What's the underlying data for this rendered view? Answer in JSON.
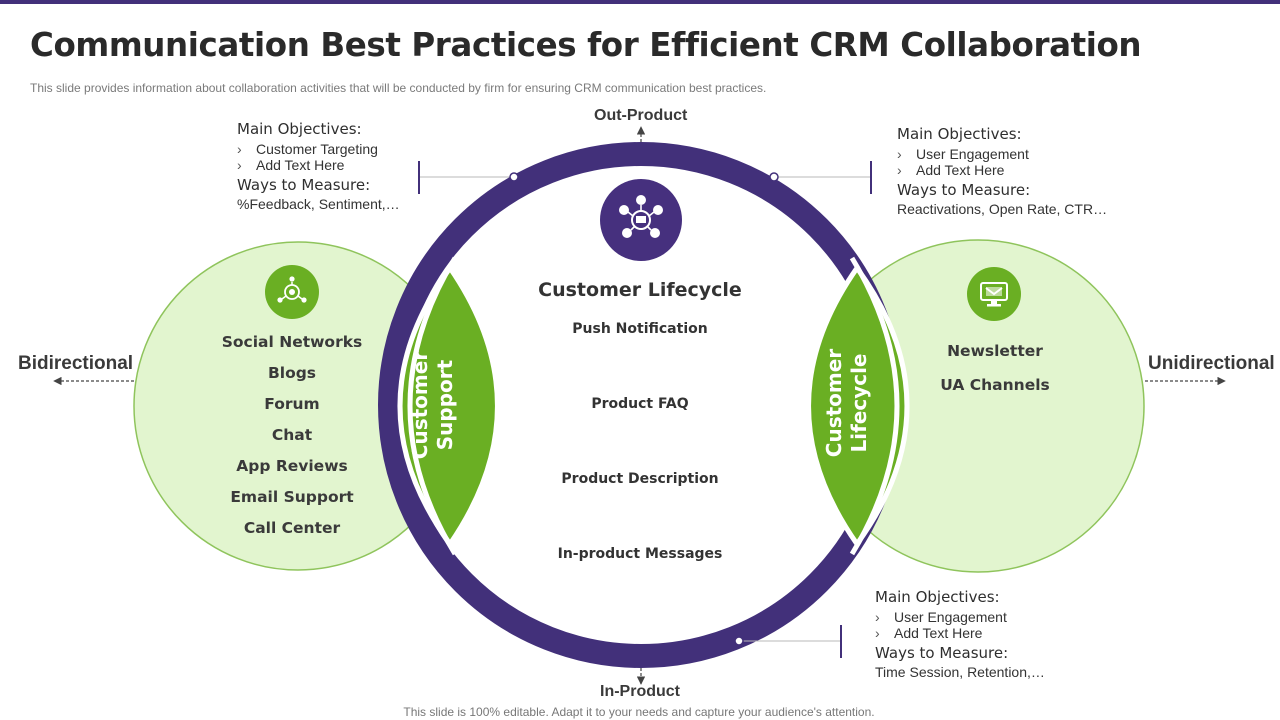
{
  "header": {
    "title": "Communication Best Practices for Efficient CRM Collaboration",
    "subtitle": "This slide provides  information  about  collaboration  activities  that  will  be  conducted  by  firm  for  ensuring  CRM  communication  best  practices."
  },
  "footer": {
    "text": "This slide is 100% editable. Adapt it to your needs and capture your audience's attention."
  },
  "directions": {
    "top": "Out-Product",
    "bottom": "In-Product",
    "left": "Bidirectional",
    "right": "Unidirectional"
  },
  "left_circle": {
    "icon": "target-network-icon",
    "banner": "Customer Support",
    "items": [
      "Social Networks",
      "Blogs",
      "Forum",
      "Chat",
      "App Reviews",
      "Email Support",
      "Call Center"
    ]
  },
  "right_circle": {
    "icon": "newsletter-monitor-icon",
    "banner": "Customer Lifecycle",
    "items": [
      "Newsletter",
      "UA Channels"
    ]
  },
  "center": {
    "icon": "customer-lifecycle-hub-icon",
    "title": "Customer Lifecycle",
    "items": [
      "Push Notification",
      "Product FAQ",
      "Product Description",
      "In-product Messages"
    ]
  },
  "objectives": {
    "top_left": {
      "main_label": "Main Objectives:",
      "bullets": [
        "Customer Targeting",
        "Add Text Here"
      ],
      "measure_label": "Ways to Measure:",
      "measure": "%Feedback, Sentiment,…"
    },
    "top_right": {
      "main_label": "Main Objectives:",
      "bullets": [
        "User Engagement",
        "Add Text Here"
      ],
      "measure_label": "Ways to Measure:",
      "measure": "Reactivations, Open Rate, CTR…"
    },
    "bottom_right": {
      "main_label": "Main Objectives:",
      "bullets": [
        "User Engagement",
        "Add Text Here"
      ],
      "measure_label": "Ways to Measure:",
      "measure": "Time Session, Retention,…"
    }
  },
  "colors": {
    "purple": "#42307a",
    "green": "#6aaf23",
    "light_green": "#e2f5cf",
    "light_green_border": "#8fc45c"
  }
}
